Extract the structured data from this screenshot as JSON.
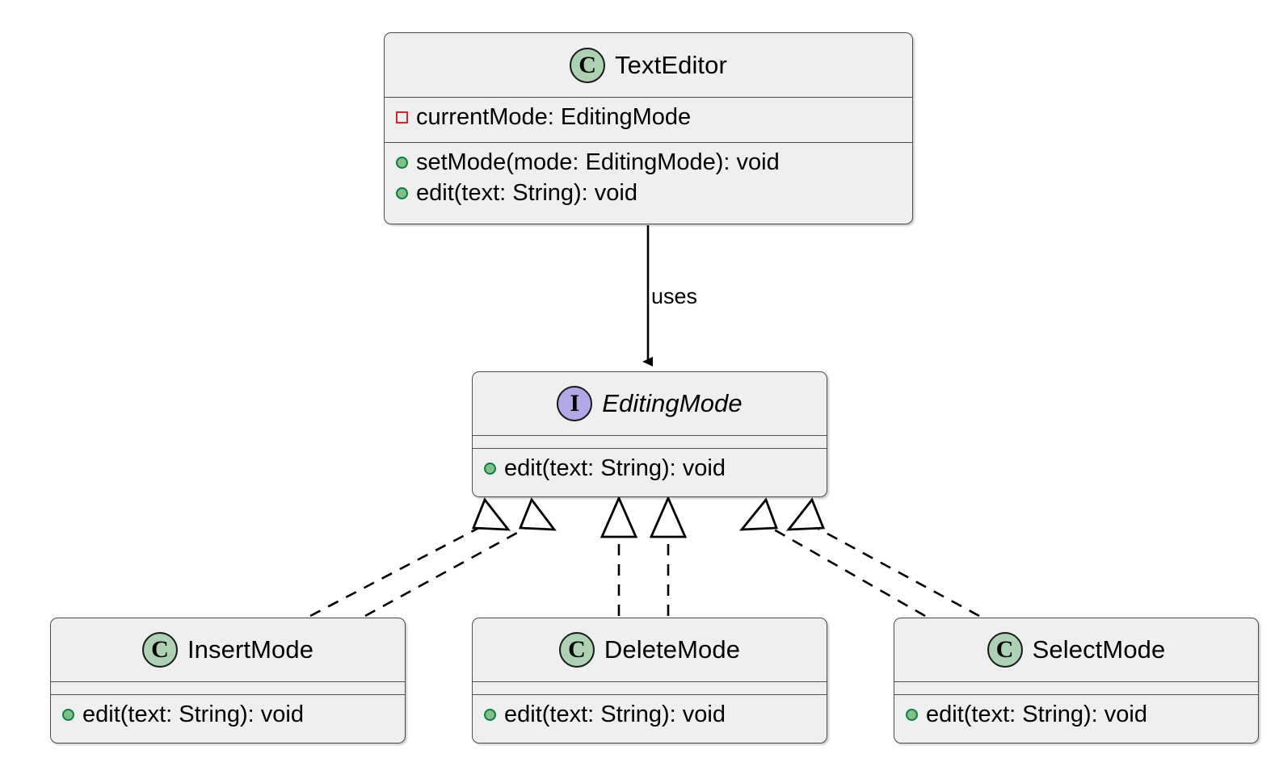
{
  "diagram": {
    "kind": "uml-class-diagram",
    "background_color": "#FFFFFF",
    "node_fill": "#EFEFEF",
    "node_border": "#4D4D4D",
    "class_icon_color": "#ADD1B2",
    "interface_icon_color": "#B4A7E5",
    "method_icon_color": "#84BE84",
    "private_field_icon_color": "#C82930"
  },
  "nodes": {
    "text_editor": {
      "name": "TextEditor",
      "stereotype_letter": "C",
      "kind": "class",
      "fields": [
        {
          "visibility": "private",
          "text": "currentMode: EditingMode"
        }
      ],
      "methods": [
        {
          "visibility": "public",
          "text": "setMode(mode: EditingMode): void"
        },
        {
          "visibility": "public",
          "text": "edit(text: String): void"
        }
      ]
    },
    "editing_mode": {
      "name": "EditingMode",
      "stereotype_letter": "I",
      "kind": "interface",
      "fields": [],
      "methods": [
        {
          "visibility": "public",
          "text": "edit(text: String): void"
        }
      ]
    },
    "insert_mode": {
      "name": "InsertMode",
      "stereotype_letter": "C",
      "kind": "class",
      "fields": [],
      "methods": [
        {
          "visibility": "public",
          "text": "edit(text: String): void"
        }
      ]
    },
    "delete_mode": {
      "name": "DeleteMode",
      "stereotype_letter": "C",
      "kind": "class",
      "fields": [],
      "methods": [
        {
          "visibility": "public",
          "text": "edit(text: String): void"
        }
      ]
    },
    "select_mode": {
      "name": "SelectMode",
      "stereotype_letter": "C",
      "kind": "class",
      "fields": [],
      "methods": [
        {
          "visibility": "public",
          "text": "edit(text: String): void"
        }
      ]
    }
  },
  "edges": {
    "uses": {
      "label": "uses",
      "from": "TextEditor",
      "to": "EditingMode",
      "style": "solid",
      "arrowhead": "filled-arrow"
    },
    "realizations": [
      {
        "from": "InsertMode",
        "to": "EditingMode",
        "style": "dashed",
        "arrowhead": "hollow-triangle"
      },
      {
        "from": "DeleteMode",
        "to": "EditingMode",
        "style": "dashed",
        "arrowhead": "hollow-triangle"
      },
      {
        "from": "SelectMode",
        "to": "EditingMode",
        "style": "dashed",
        "arrowhead": "hollow-triangle"
      }
    ]
  }
}
